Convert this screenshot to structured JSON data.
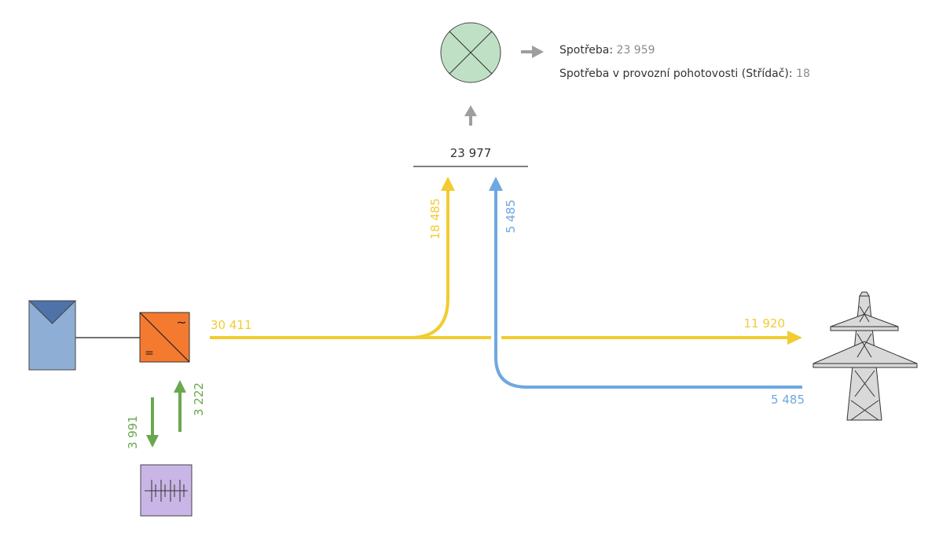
{
  "colors": {
    "pv": "#f2cc30",
    "grid": "#6ea8e0",
    "battery": "#6aa84f",
    "neutral": "#9e9e9e",
    "text_dark": "#333333",
    "text_light": "#8a8a8a",
    "pv_module": "#8eaed6",
    "inverter": "#f47a30",
    "battery_box": "#c9b6e6",
    "consumer": "#bfe0c4"
  },
  "icons": {
    "pv_module": "solar-panel-icon",
    "inverter": "inverter-icon",
    "battery": "battery-icon",
    "consumer": "consumer-lamp-icon",
    "grid": "power-pylon-icon"
  },
  "consumption": {
    "label": "Spotřeba:",
    "value": "23 959",
    "standby_label": "Spotřeba v provozní pohotovosti (Střídač):",
    "standby_value": "18"
  },
  "flows": {
    "pv_total": "30 411",
    "pv_to_consumer": "18 485",
    "grid_to_consumer": "5 485",
    "pv_to_grid": "11 920",
    "grid_import": "5 485",
    "consumer_total": "23 977",
    "battery_charge": "3 991",
    "battery_discharge": "3 222"
  }
}
